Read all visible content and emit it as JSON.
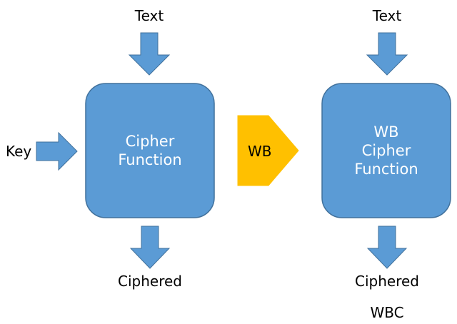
{
  "colors": {
    "box_fill": "#5b9bd5",
    "box_stroke": "#41719c",
    "arrow_fill": "#5b9bd5",
    "arrow_stroke": "#41719c",
    "wb_fill": "#ffc000",
    "wb_stroke": "#ffc000"
  },
  "left": {
    "input_label": "Text",
    "key_label": "Key",
    "box_line1": "Cipher",
    "box_line2": "Function",
    "output_label": "Ciphered"
  },
  "middle": {
    "wb_label": "WB"
  },
  "right": {
    "input_label": "Text",
    "box_line1": "WB",
    "box_line2": "Cipher",
    "box_line3": "Function",
    "output_label": "Ciphered",
    "caption": "WBC"
  }
}
